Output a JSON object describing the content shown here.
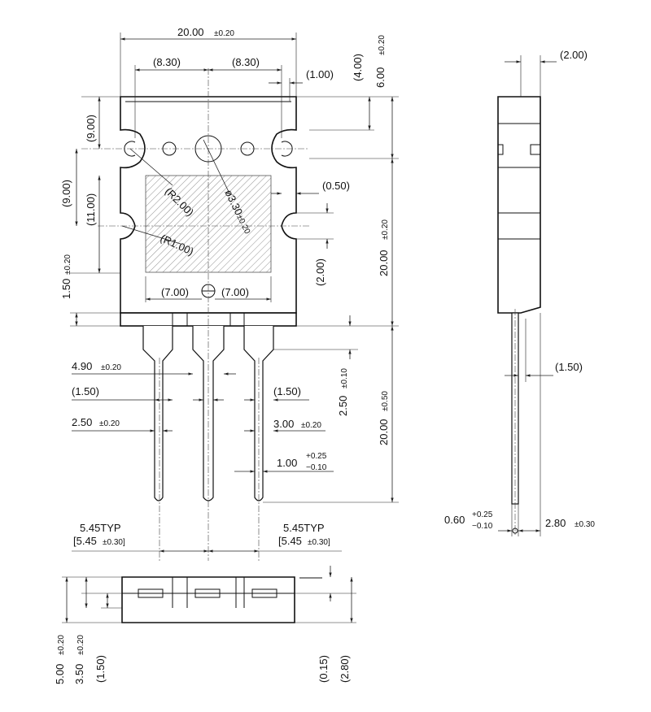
{
  "front_view": {
    "width_total": "20.00",
    "width_total_tol": "±0.20",
    "hole_pitch_left": "(8.30)",
    "hole_pitch_right": "(8.30)",
    "ear_offset": "(1.00)",
    "top_to_hole_a": "(4.00)",
    "top_to_hole_b": "6.00",
    "top_to_hole_b_tol": "±0.20",
    "left_9_top": "(9.00)",
    "left_9_mid": "(9.00)",
    "left_11": "(11.00)",
    "left_150": "1.50",
    "left_150_tol": "±0.20",
    "radius_2": "(R2.00)",
    "radius_1": "(R1.00)",
    "hole_dia": "ø3.30",
    "hole_dia_tol": "±0.20",
    "right_050": "(0.50)",
    "right_200": "(2.00)",
    "body_height": "20.00",
    "body_height_tol": "±0.20",
    "pad_left": "(7.00)",
    "pad_right": "(7.00)",
    "lead_490": "4.90",
    "lead_490_tol": "±0.20",
    "lead_150_left": "(1.50)",
    "lead_150_right": "(1.50)",
    "lead_250": "2.50",
    "lead_250_tol": "±0.20",
    "lead_300": "3.00",
    "lead_300_tol": "±0.20",
    "lead_100": "1.00",
    "lead_100_tol_plus": "+0.25",
    "lead_100_tol_minus": "−0.10",
    "vert_250": "2.50",
    "vert_250_tol": "±0.10",
    "lead_length": "20.00",
    "lead_length_tol": "±0.50",
    "pitch_left_typ": "5.45TYP",
    "pitch_left_exact": "[5.45",
    "pitch_left_exact_tol": "±0.30]",
    "pitch_right_typ": "5.45TYP",
    "pitch_right_exact": "[5.45",
    "pitch_right_exact_tol": "±0.30]"
  },
  "side_view": {
    "thickness_top": "(2.00)",
    "lead_step": "(1.50)",
    "lead_thick": "0.60",
    "lead_thick_tol_plus": "+0.25",
    "lead_thick_tol_minus": "−0.10",
    "overall": "2.80",
    "overall_tol": "±0.30"
  },
  "bottom_view": {
    "h_500": "5.00",
    "h_500_tol": "±0.20",
    "h_350": "3.50",
    "h_350_tol": "±0.20",
    "h_150": "(1.50)",
    "r_015": "(0.15)",
    "r_280": "(2.80)"
  }
}
